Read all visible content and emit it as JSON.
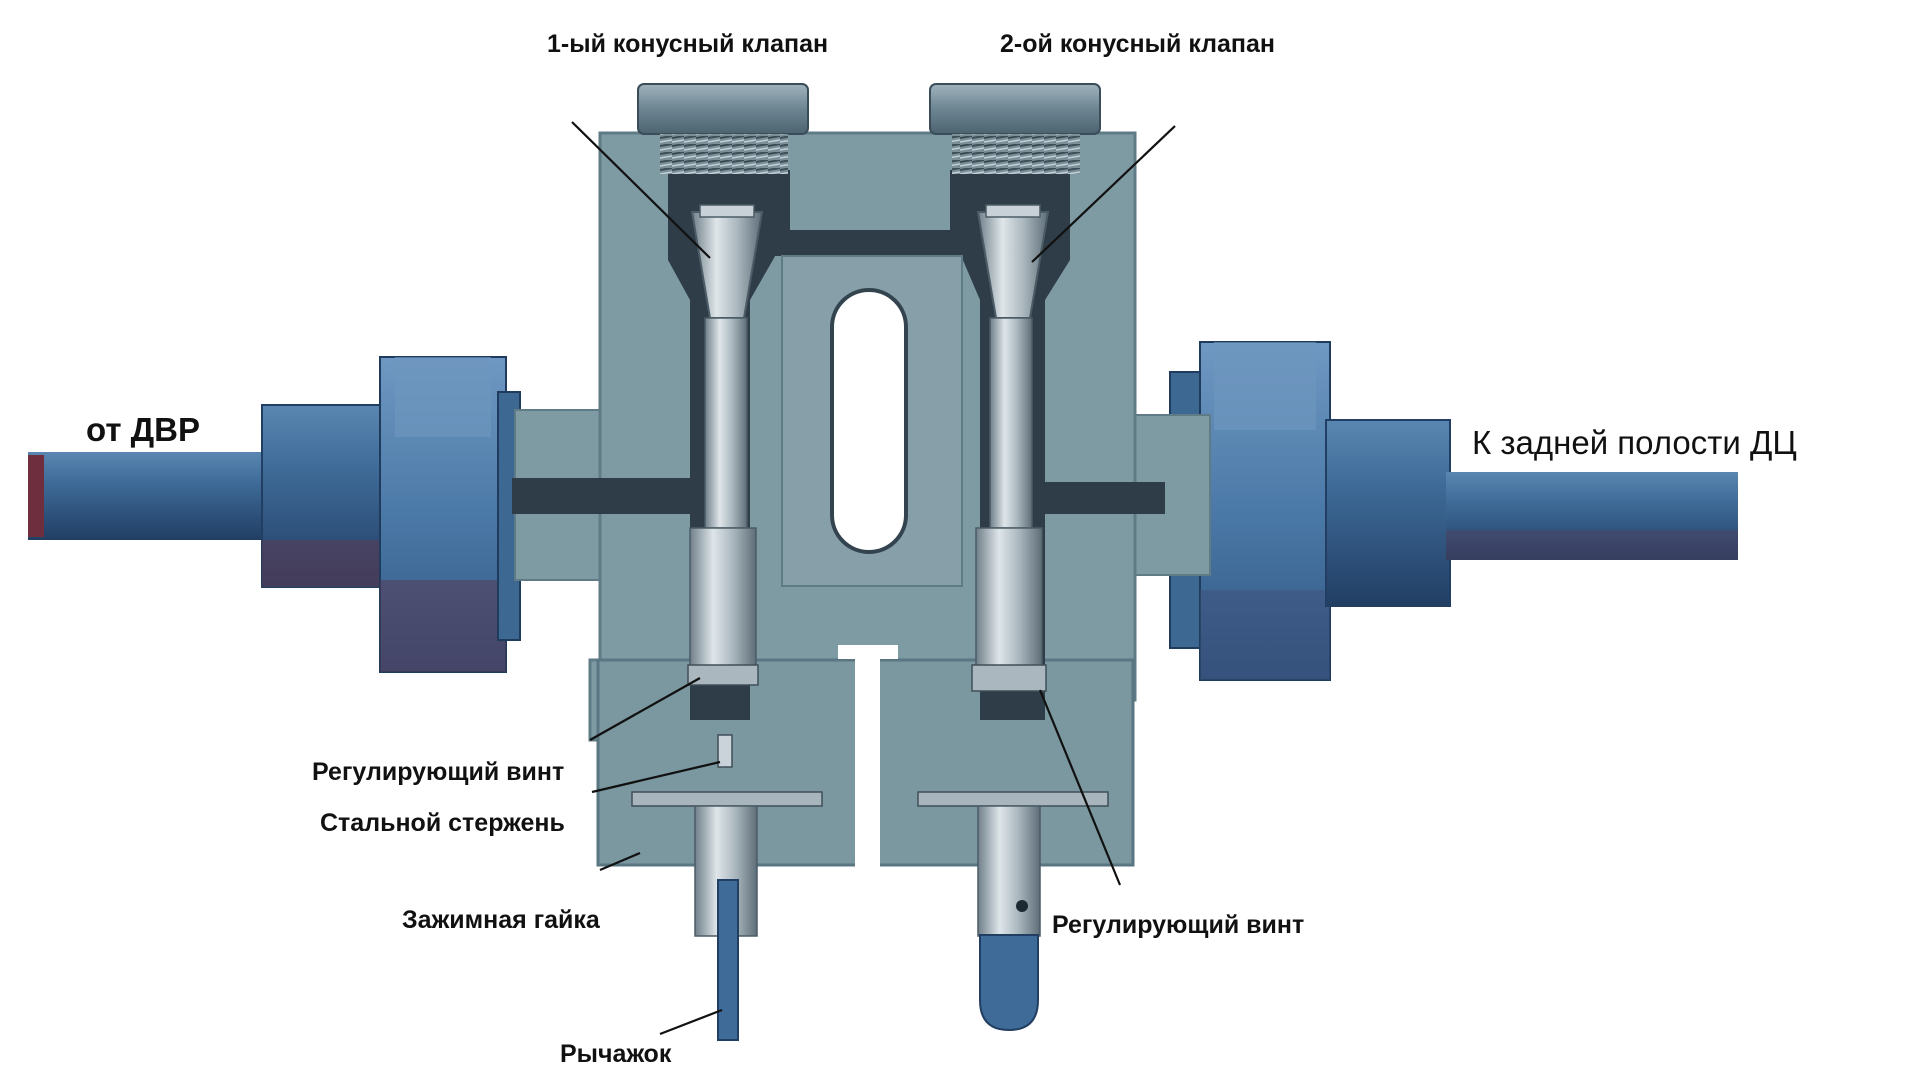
{
  "labels": {
    "valve1": "1-ый конусный клапан",
    "valve2": "2-ой конусный клапан",
    "inlet": "от ДВР",
    "outlet": "К задней полости ДЦ",
    "adj_screw_left": "Регулирующий винт",
    "steel_rod": "Стальной стержень",
    "clamp_nut": "Зажимная гайка",
    "lever": "Рычажок",
    "adj_screw_right": "Регулирующий винт"
  },
  "colors": {
    "body": "#7e9aa3",
    "body_edge": "#5f7b86",
    "channel": "#2f3d48",
    "pipe": "#3c6590",
    "pipe_dark": "#294a72",
    "pipe_light": "#6e93b8",
    "nut": "#4a78a6",
    "nut_dark": "#33597f",
    "steel": "#b8c4cb",
    "steel_dark": "#7a8a94",
    "window": "#ffffff",
    "rust": "#6e2e3e",
    "text": "#111111"
  }
}
